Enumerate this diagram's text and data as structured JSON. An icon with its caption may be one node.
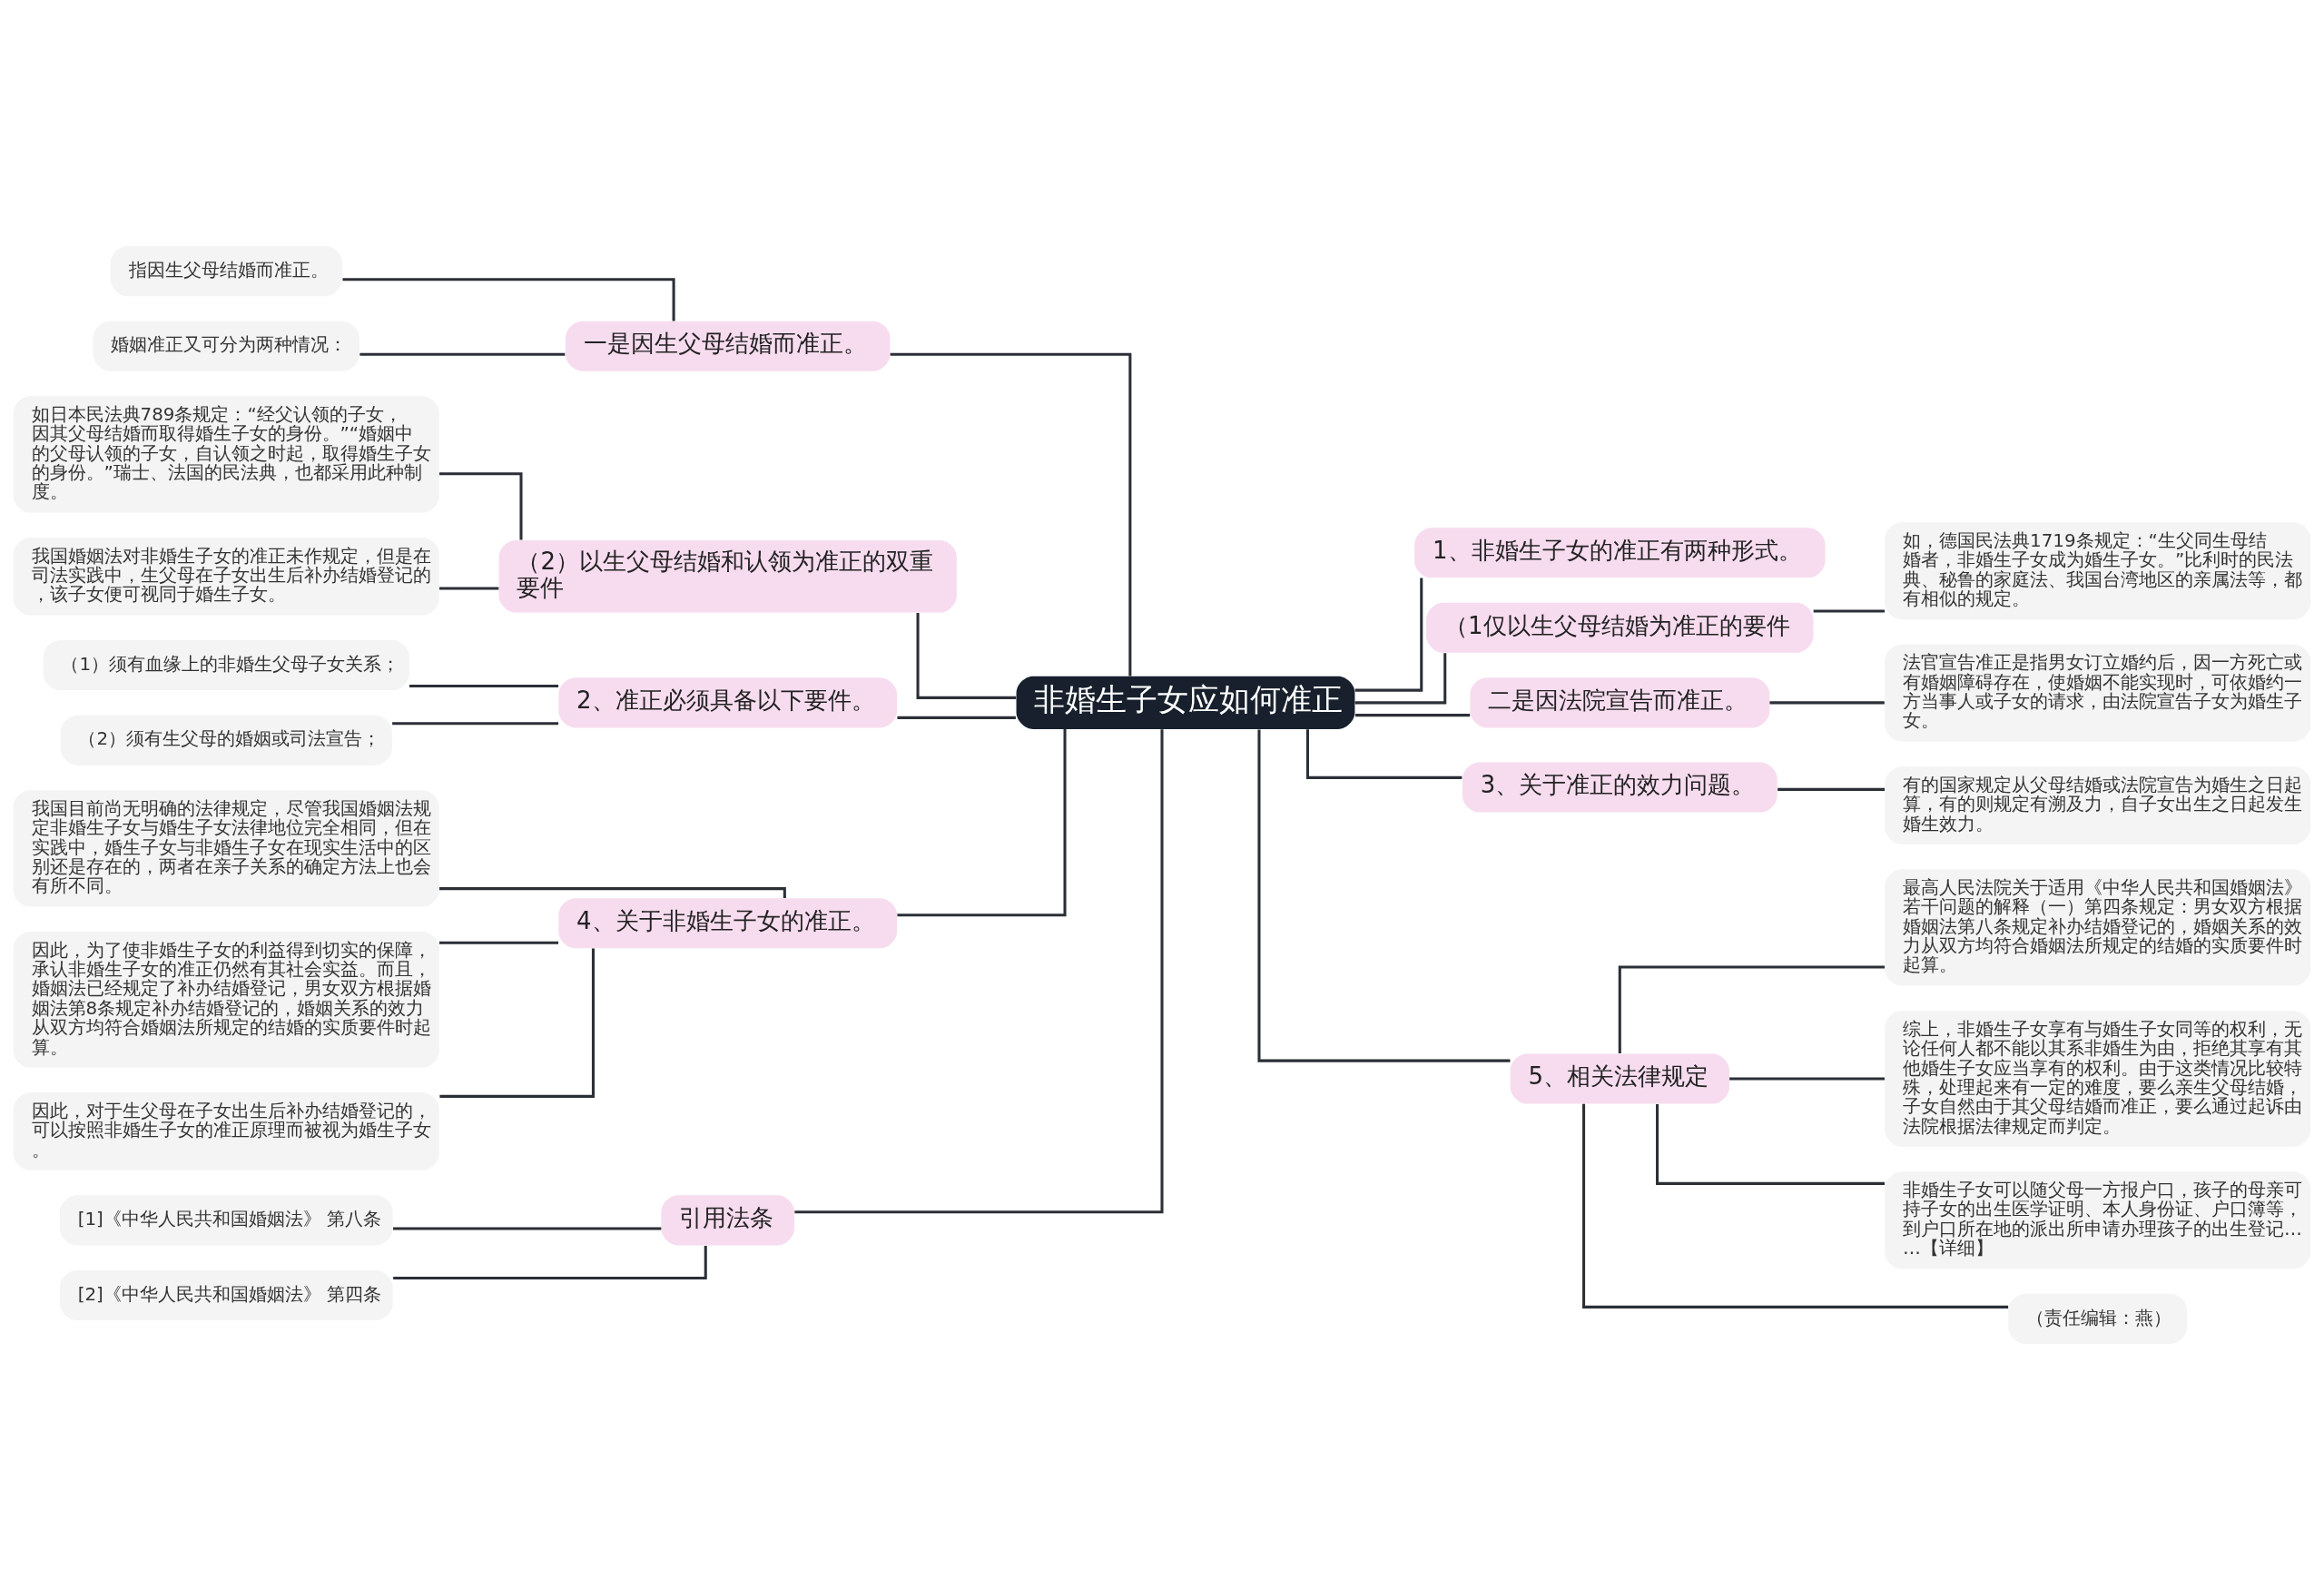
{
  "diagram": {
    "nodes": [
      {
        "text": [
          "非婚生子女应如何准正"
        ]
      },
      {
        "text": [
          "1、非婚生子女的准正有两种形式。"
        ]
      },
      {
        "text": [
          "（1仅以生父母结婚为准正的要件"
        ]
      },
      {
        "text": [
          "如，德国民法典1719条规定：“生父同生母结婚者，非婚生子女成为婚生子女。”比利时的民法典、秘鲁的家庭法、我国台湾地区的亲属法等，都有相似的规定。"
        ]
      },
      {
        "text": [
          "二是因法院宣告而准正。"
        ]
      },
      {
        "text": [
          "法官宣告准正是指男女订立婚约后，因一方死亡或有婚姻障碍存在，使婚姻不能实现时，可依婚约一方当事人或子女的请求，由法院宣告子女为婚生子女。"
        ]
      },
      {
        "text": [
          "3、关于准正的效力问题。"
        ]
      },
      {
        "text": [
          "有的国家规定从父母结婚或法院宣告为婚生之日起算，有的则规定有溯及力，自子女出生之日起发生婚生效力。"
        ]
      },
      {
        "text": [
          "5、相关法律规定"
        ]
      },
      {
        "text": [
          "最高人民法院关于适用《中华人民共和国婚姻法》若干问题的解释（一）第四条规定：男女双方根据婚姻法第八条规定补办结婚登记的，婚姻关系的效力从双方均符合婚姻法所规定的结婚的实质要件时起算。"
        ]
      },
      {
        "text": [
          "综上，非婚生子女享有与婚生子女同等的权利，无论任何人都不能以其系非婚生为由，拒绝其享有其他婚生子女应当享有的权利。由于这类情况比较特殊，处理起来有一定的难度，要么亲生父母结婚，子女自然由于其父母结婚而准正，要么通过起诉由法院根据法律规定而判定。"
        ]
      },
      {
        "text": [
          "非婚生子女可以随父母一方报户口，孩子的母亲可持子女的出生医学证明、本人身份证、户口簿等，到户口所在地的派出所申请办理孩子的出生登记……【详细】"
        ]
      },
      {
        "text": [
          "（责任编辑：燕）"
        ]
      },
      {
        "text": [
          "一是因生父母结婚而准正。"
        ]
      },
      {
        "text": [
          "指因生父母结婚而准正。"
        ]
      },
      {
        "text": [
          "婚姻准正又可分为两种情况："
        ]
      },
      {
        "text": [
          "（2）以生父母结婚和认领为准正的双重要件"
        ]
      },
      {
        "text": [
          "如日本民法典789条规定：“经父认领的子女，因其父母结婚而取得婚生子女的身份。”“婚姻中的父母认领的子女，自认领之时起，取得婚生子女的身份。”瑞士、法国的民法典，也都采用此种制度。"
        ]
      },
      {
        "text": [
          "我国婚姻法对非婚生子女的准正未作规定，但是在司法实践中，生父母在子女出生后补办结婚登记的，该子女便可视同于婚生子女。"
        ]
      },
      {
        "text": [
          "2、准正必须具备以下要件。"
        ]
      },
      {
        "text": [
          "（1）须有血缘上的非婚生父母子女关系；"
        ]
      },
      {
        "text": [
          "（2）须有生父母的婚姻或司法宣告；"
        ]
      },
      {
        "text": [
          "4、关于非婚生子女的准正。"
        ]
      },
      {
        "text": [
          "我国目前尚无明确的法律规定，尽管我国婚姻法规定非婚生子女与婚生子女法律地位完全相同，但在实践中，婚生子女与非婚生子女在现实生活中的区别还是存在的，两者在亲子关系的确定方法上也会有所不同。"
        ]
      },
      {
        "text": [
          "因此，为了使非婚生子女的利益得到切实的保障，承认非婚生子女的准正仍然有其社会实益。而且，婚姻法已经规定了补办结婚登记，男女双方根据婚姻法第8条规定补办结婚登记的，婚姻关系的效力从双方均符合婚姻法所规定的结婚的实质要件时起算。"
        ]
      },
      {
        "text": [
          "因此，对于生父母在子女出生后补办结婚登记的，可以按照非婚生子女的准正原理而被视为婚生子女。"
        ]
      },
      {
        "text": [
          "引用法条"
        ]
      },
      {
        "text": [
          "[1]《中华人民共和国婚姻法》 第八条"
        ]
      },
      {
        "text": [
          "[2]《中华人民共和国婚姻法》 第四条"
        ]
      }
    ],
    "edges": [
      {
        "from": 0,
        "to": 1,
        "arrow": "none"
      },
      {
        "from": 0,
        "to": 2,
        "arrow": "none"
      },
      {
        "from": 2,
        "to": 3,
        "arrow": "none"
      },
      {
        "from": 0,
        "to": 4,
        "arrow": "none"
      },
      {
        "from": 4,
        "to": 5,
        "arrow": "none"
      },
      {
        "from": 0,
        "to": 6,
        "arrow": "none"
      },
      {
        "from": 6,
        "to": 7,
        "arrow": "none"
      },
      {
        "from": 0,
        "to": 8,
        "arrow": "none"
      },
      {
        "from": 8,
        "to": 9,
        "arrow": "none"
      },
      {
        "from": 8,
        "to": 10,
        "arrow": "none"
      },
      {
        "from": 8,
        "to": 11,
        "arrow": "none"
      },
      {
        "from": 8,
        "to": 12,
        "arrow": "none"
      },
      {
        "from": 0,
        "to": 13,
        "arrow": "none"
      },
      {
        "from": 13,
        "to": 14,
        "arrow": "none"
      },
      {
        "from": 13,
        "to": 15,
        "arrow": "none"
      },
      {
        "from": 0,
        "to": 16,
        "arrow": "none"
      },
      {
        "from": 16,
        "to": 17,
        "arrow": "none"
      },
      {
        "from": 16,
        "to": 18,
        "arrow": "none"
      },
      {
        "from": 0,
        "to": 19,
        "arrow": "none"
      },
      {
        "from": 19,
        "to": 20,
        "arrow": "none"
      },
      {
        "from": 19,
        "to": 21,
        "arrow": "none"
      },
      {
        "from": 0,
        "to": 22,
        "arrow": "none"
      },
      {
        "from": 22,
        "to": 23,
        "arrow": "none"
      },
      {
        "from": 22,
        "to": 24,
        "arrow": "none"
      },
      {
        "from": 22,
        "to": 25,
        "arrow": "none"
      },
      {
        "from": 0,
        "to": 26,
        "arrow": "none"
      },
      {
        "from": 26,
        "to": 27,
        "arrow": "none"
      },
      {
        "from": 26,
        "to": 28,
        "arrow": "none"
      }
    ]
  }
}
